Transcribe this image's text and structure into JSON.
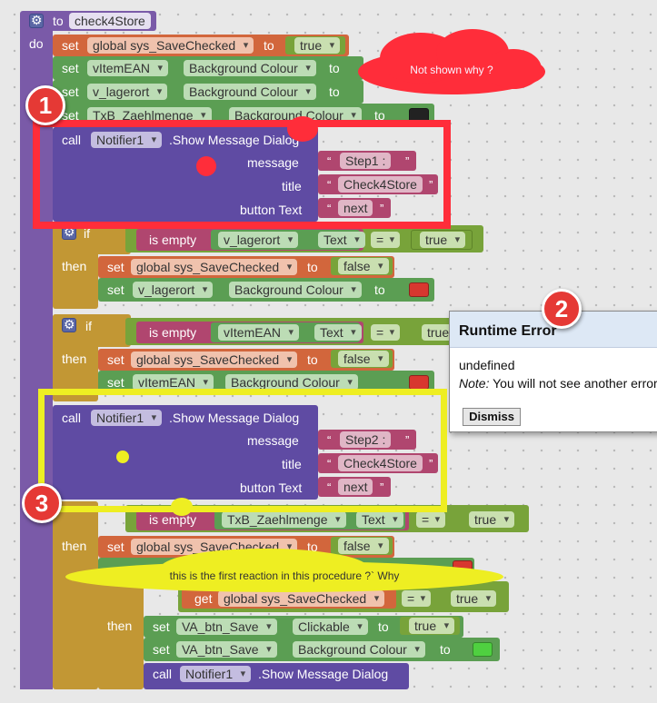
{
  "colors": {
    "procedure": "#7a5aa8",
    "variable": "#d2663c",
    "component": "#5b9e53",
    "notifier": "#5f4ba3",
    "control": "#c29734",
    "text": "#b0466f",
    "logic": "#78a33a",
    "red": "#ff2d3a",
    "yellow": "#eeee22"
  },
  "procedure": {
    "to_kw": "to",
    "name": "check4Store",
    "do_kw": "do"
  },
  "kw": {
    "set": "set",
    "to": "to",
    "get": "get",
    "call": "call",
    "if": "if",
    "then": "then",
    "is_empty": "is empty",
    "eq": "=",
    "q": "“",
    "qr": "”"
  },
  "blocks": {
    "set_saved_1": {
      "var": "global sys_SaveChecked",
      "val": "true"
    },
    "set_ean_bg": {
      "comp": "vItemEAN",
      "prop": "Background Colour"
    },
    "set_lager_bg": {
      "comp": "v_lagerort",
      "prop": "Background Colour"
    },
    "set_txb_bg": {
      "comp": "TxB_Zaehlmenge",
      "prop": "Background Colour"
    },
    "notif1": {
      "comp": "Notifier1",
      "method": ".Show Message Dialog",
      "message_label": "message",
      "title_label": "title",
      "button_label": "button Text",
      "message": "Step1 :",
      "title": "Check4Store",
      "button": "next"
    },
    "if1": {
      "comp": "v_lagerort",
      "prop": "Text",
      "val": "true",
      "set_var": "global sys_SaveChecked",
      "set_val": "false",
      "set2_comp": "v_lagerort",
      "set2_prop": "Background Colour"
    },
    "if2": {
      "comp": "vItemEAN",
      "prop": "Text",
      "val": "true",
      "set_var": "global sys_SaveChecked",
      "set_val": "false",
      "set2_comp": "vItemEAN",
      "set2_prop": "Background Colour"
    },
    "notif2": {
      "comp": "Notifier1",
      "method": ".Show Message Dialog",
      "message_label": "message",
      "title_label": "title",
      "button_label": "button Text",
      "message": "Step2 :",
      "title": "Check4Store",
      "button": "next"
    },
    "if3": {
      "comp": "TxB_Zaehlmenge",
      "prop": "Text",
      "val": "true",
      "set_var": "global sys_SaveChecked",
      "set_val": "false"
    },
    "if4": {
      "get_var": "global sys_SaveChecked",
      "val": "true"
    },
    "set_btn_click": {
      "comp": "VA_btn_Save",
      "prop": "Clickable",
      "val": "true"
    },
    "set_btn_bg": {
      "comp": "VA_btn_Save",
      "prop": "Background Colour"
    },
    "notif3": {
      "comp": "Notifier1",
      "method": ".Show Message Dialog"
    }
  },
  "annotations": {
    "badge1": "1",
    "badge2": "2",
    "badge3": "3",
    "red_cloud": "Not shown why ?",
    "yellow_cloud": "this is the first reaction in this procedure ?` Why"
  },
  "runtime_error": {
    "title": "Runtime Error",
    "message": "undefined",
    "note_label": "Note:",
    "note_text": " You will not see another error",
    "dismiss": "Dismiss"
  }
}
